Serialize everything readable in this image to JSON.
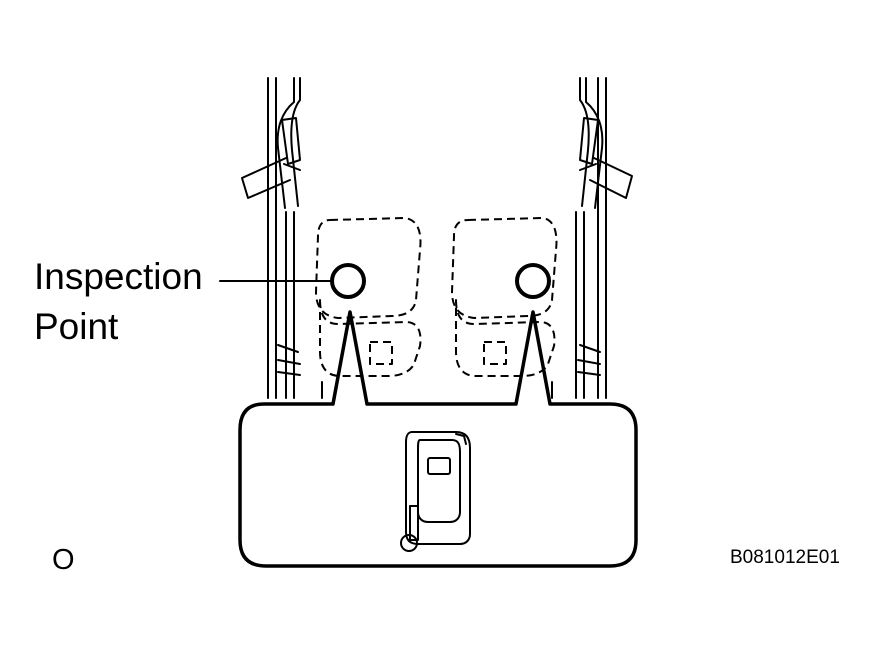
{
  "callout": {
    "line1": "Inspection",
    "line2": "Point"
  },
  "corner_mark": "O",
  "figure_code": "B081012E01",
  "icons": {
    "seats": "front-seats-top-view-icon",
    "key": "smart-key-icon",
    "points": "inspection-point-circle-icon"
  },
  "colors": {
    "line": "#000000",
    "background": "#ffffff"
  }
}
